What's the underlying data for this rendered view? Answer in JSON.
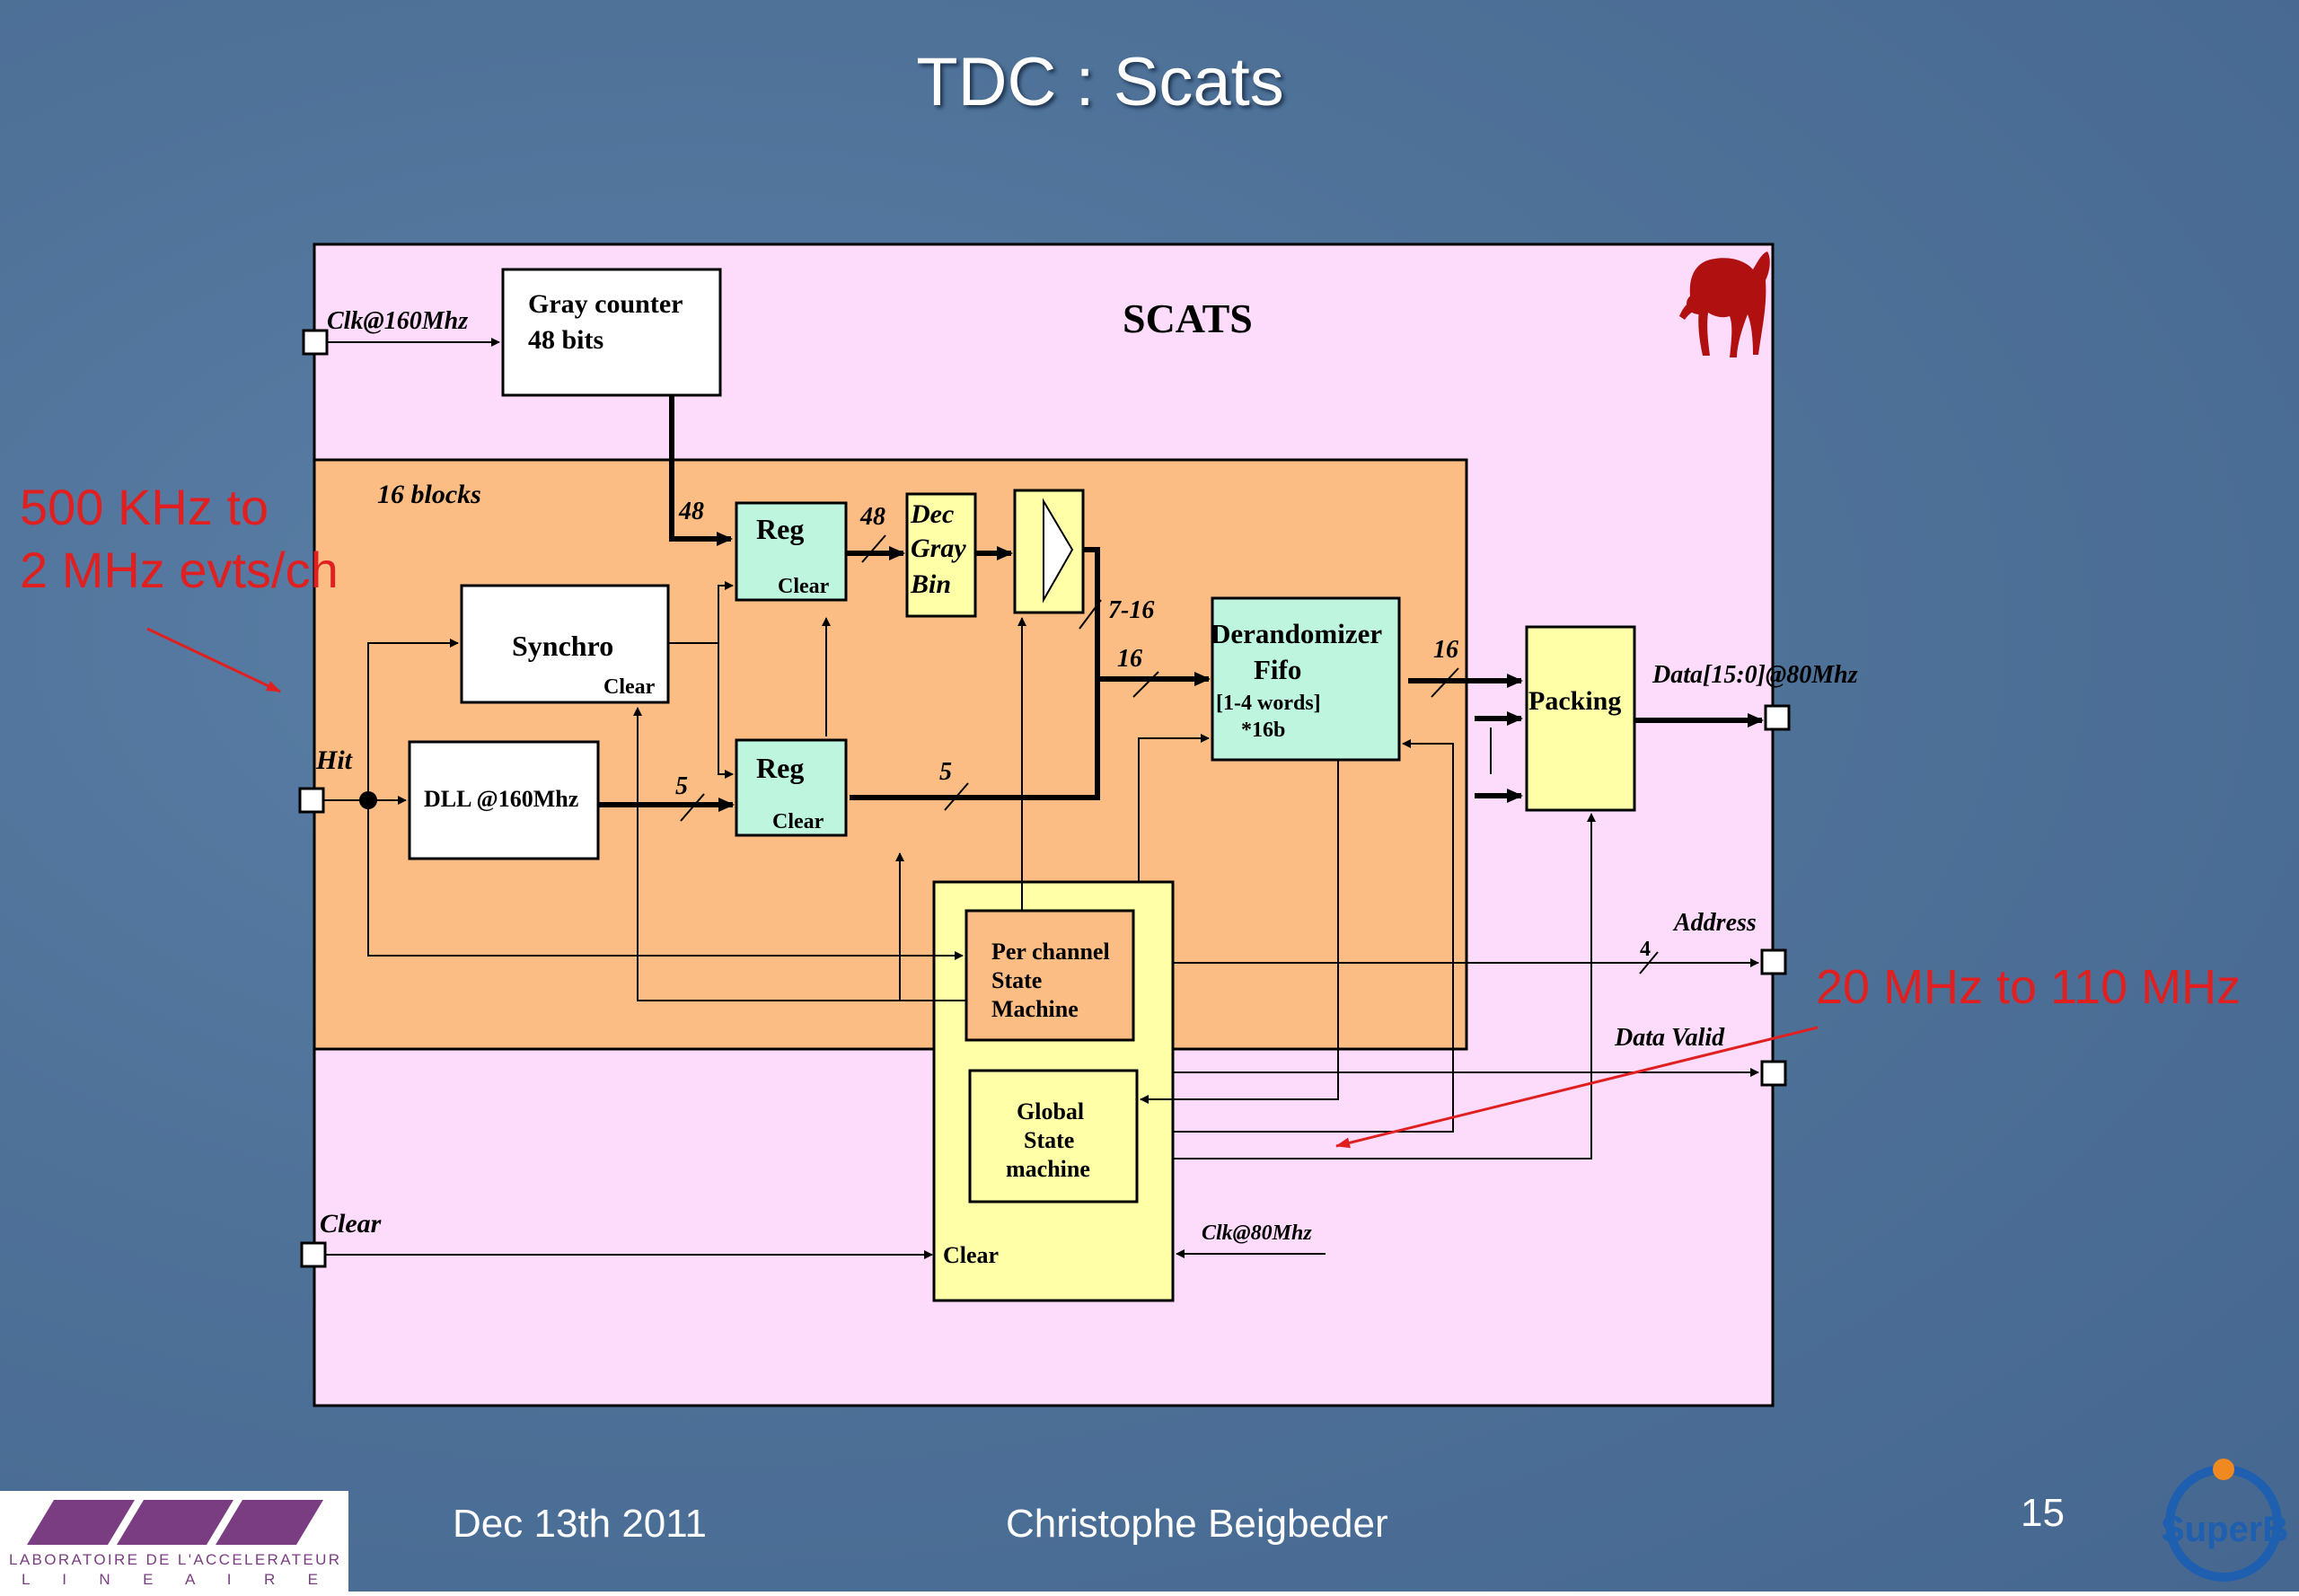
{
  "title": "TDC : Scats",
  "diagram": {
    "name": "SCATS",
    "blocks_label": "16 blocks",
    "gray_counter": [
      "Gray counter",
      "48 bits"
    ],
    "reg1": {
      "name": "Reg",
      "clear": "Clear"
    },
    "reg2": {
      "name": "Reg",
      "clear": "Clear"
    },
    "dec": [
      "Dec",
      "Gray",
      "Bin"
    ],
    "synchro": {
      "name": "Synchro",
      "clear": "Clear"
    },
    "dll": "DLL @160Mhz",
    "derandomizer": [
      "Derandomizer",
      "Fifo",
      "[1-4 words]",
      "*16b"
    ],
    "packing": "Packing",
    "per_channel": [
      "Per channel",
      "State",
      "Machine"
    ],
    "global": [
      "Global",
      "State",
      "machine"
    ],
    "fsm_clear": "Clear",
    "ports": {
      "clk160": "Clk@160Mhz",
      "hit": "Hit",
      "clear": "Clear",
      "clk80": "Clk@80Mhz",
      "data": "Data[15:0]@80Mhz",
      "address": "Address",
      "data_valid": "Data Valid"
    },
    "bus_labels": {
      "b48a": "48",
      "b48b": "48",
      "b7_16": "7-16",
      "b16a": "16",
      "b16b": "16",
      "b5a": "5",
      "b5b": "5",
      "b4": "4"
    }
  },
  "annotations": {
    "left": [
      "500 KHz to",
      "2 MHz evts/ch"
    ],
    "right": "20 MHz to 110 MHz"
  },
  "footer": {
    "date": "Dec 13th  2011",
    "author": "Christophe Beigbeder",
    "page": "15",
    "lab_logo_text": "LABORATOIRE DE L'ACCELERATEUR LINEAIRE",
    "superb_logo_text": "SuperB"
  },
  "colors": {
    "background": "#4f7299",
    "diagram_bg": "#fddcfb",
    "blocks_bg": "#fbbd83",
    "reg": "#bdf5df",
    "fsm": "#ffffa8",
    "annotation": "#e02020"
  }
}
